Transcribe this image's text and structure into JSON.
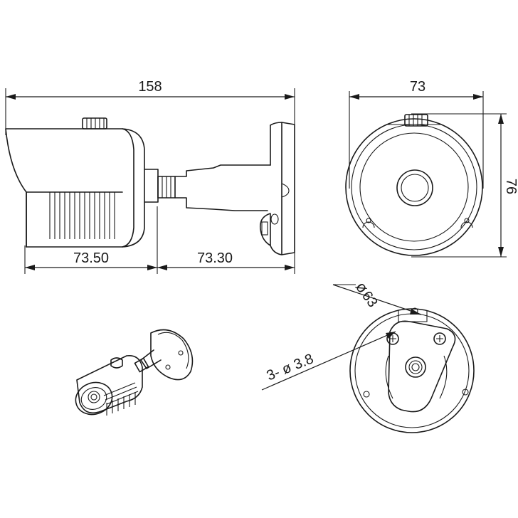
{
  "dimensions": {
    "side_length": "158",
    "front_width": "73",
    "front_height": "76",
    "body_length": "73.50",
    "bracket_length": "73.30",
    "mount_circle_diameter": "63",
    "hole_spec": "3- ø 3.8"
  },
  "colors": {
    "line": "#1a1a1a",
    "background": "#ffffff"
  }
}
